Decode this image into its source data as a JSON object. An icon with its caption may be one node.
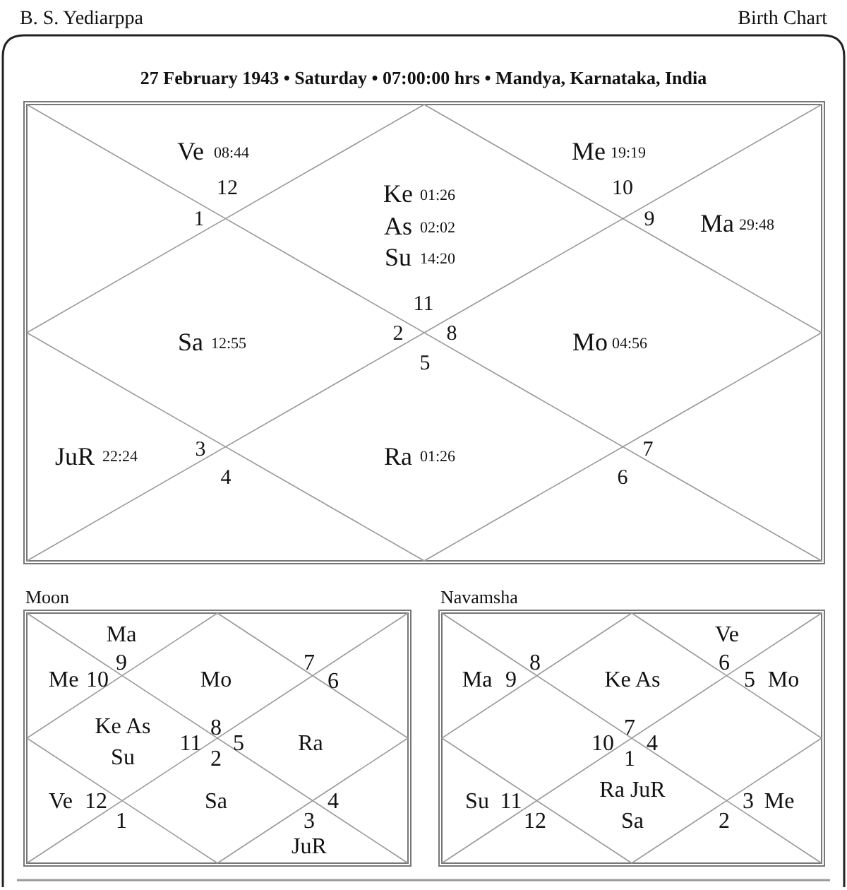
{
  "diagram": {
    "labels": [
      "B. S. Yediarppa",
      "Birth Chart",
      "27 February 1943 • Saturday • 07:00:00 hrs • Mandya, Karnataka, India",
      "Ve",
      "08:44",
      "Me",
      "19:19",
      "12",
      "Ke",
      "01:26",
      "As",
      "02:02",
      "Su",
      "14:20",
      "10",
      "1",
      "9",
      "Ma",
      "29:48",
      "11",
      "Sa",
      "12:55",
      "2",
      "8",
      "Mo",
      "04:56",
      "5",
      "JuR",
      "22:24",
      "3",
      "Ra",
      "01:26",
      "7",
      "4",
      "6",
      "Moon",
      "Ma",
      "9",
      "Me",
      "10",
      "Mo",
      "7",
      "6",
      "Ke As",
      "8",
      "11",
      "5",
      "Su",
      "2",
      "Ra",
      "Ve",
      "12",
      "1",
      "Sa",
      "4",
      "3",
      "JuR",
      "Navamsha",
      "Ve",
      "Ma",
      "9",
      "8",
      "Ke As",
      "6",
      "5",
      "Mo",
      "7",
      "10",
      "4",
      "1",
      "Ra JuR",
      "Sa",
      "Su",
      "11",
      "12",
      "2",
      "3",
      "Me"
    ]
  }
}
